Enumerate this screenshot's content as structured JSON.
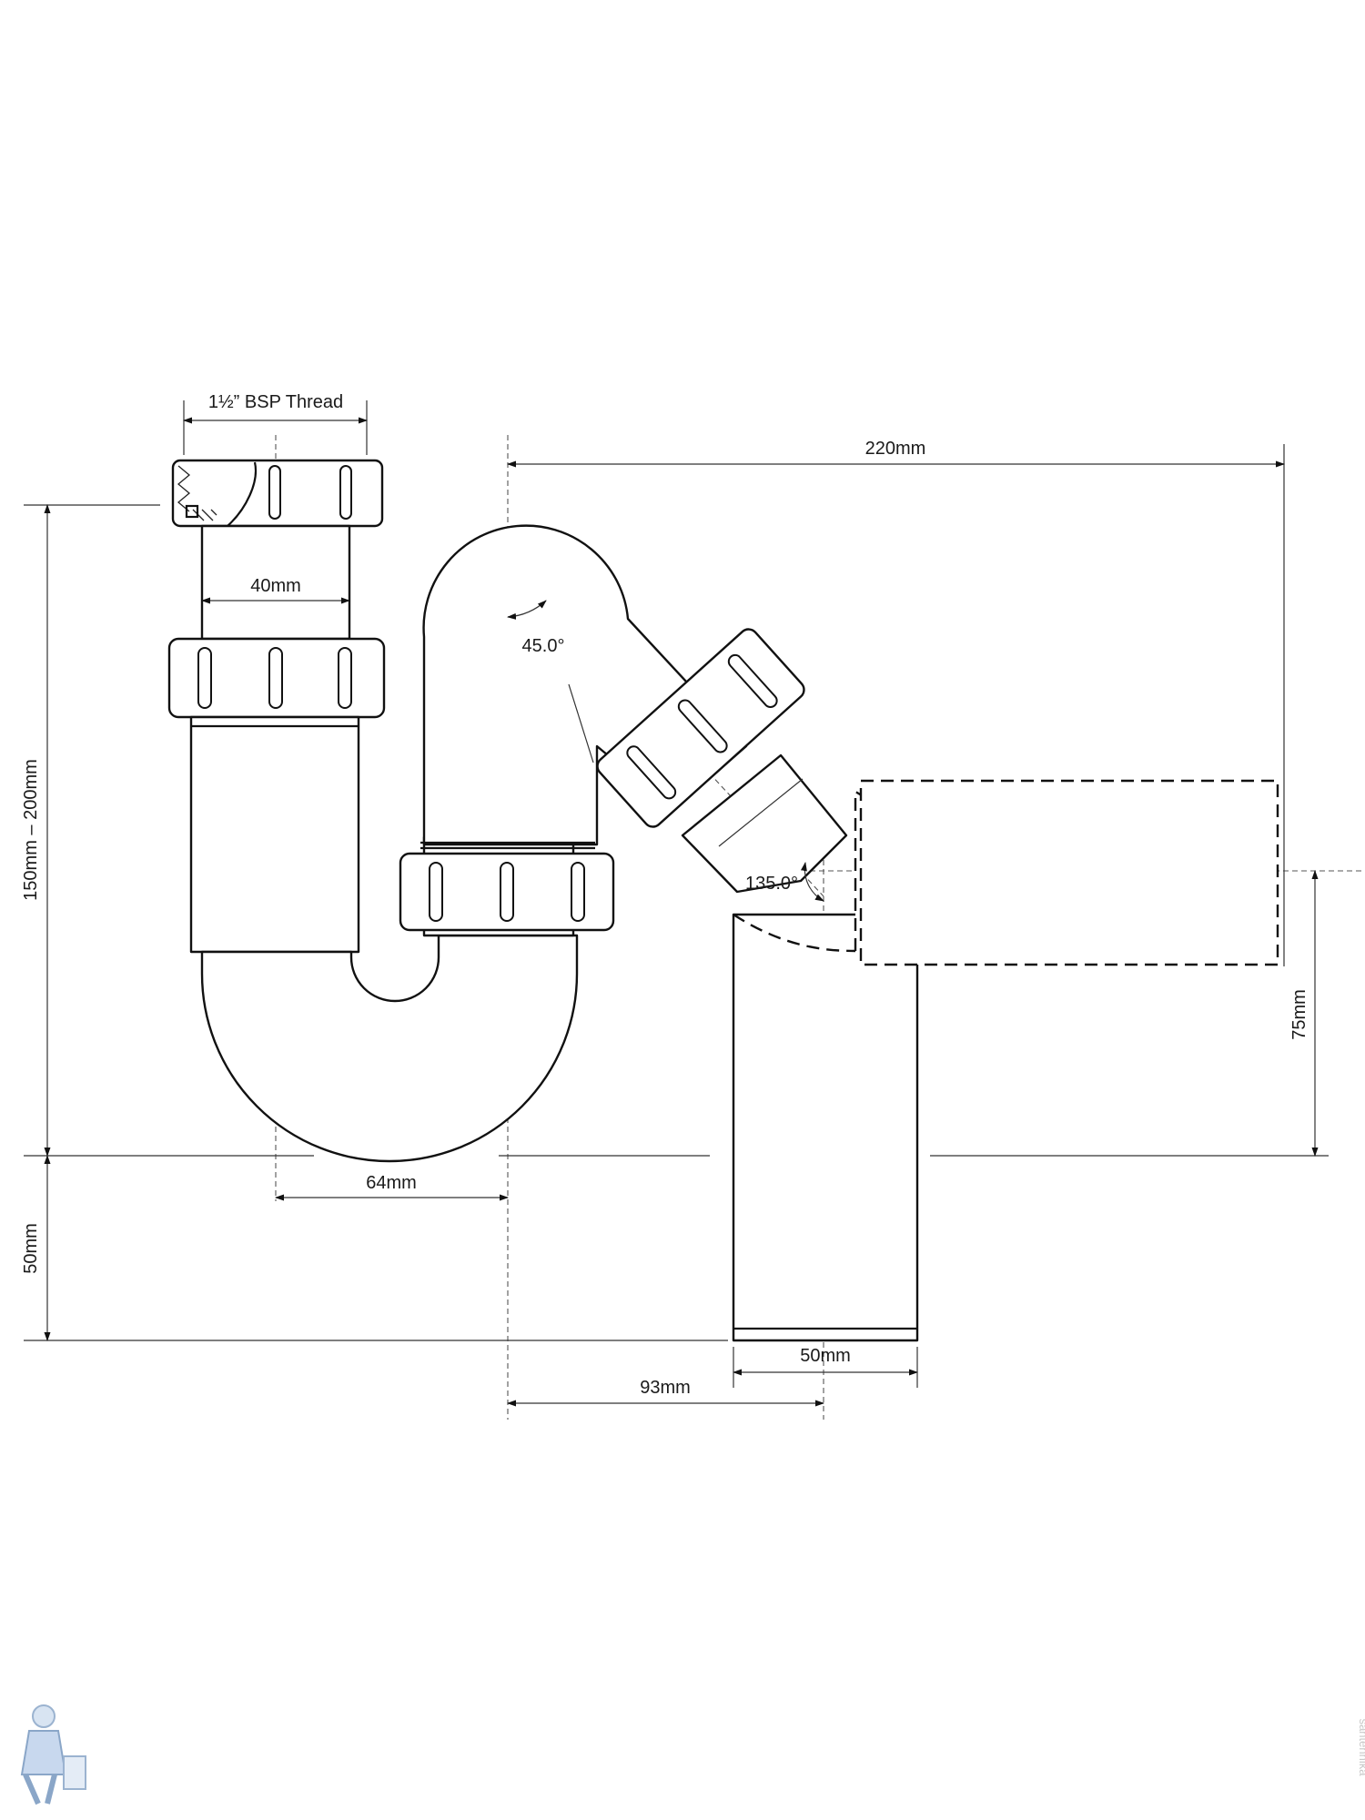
{
  "dimensions": {
    "thread": "1½” BSP Thread",
    "overall_length": "220mm",
    "inlet_diameter": "40mm",
    "angle_inner": "45.0°",
    "angle_outer": "135.0°",
    "height_range": "150mm – 200mm",
    "seal_depth": "75mm",
    "inlet_to_outlet": "64mm",
    "bottom_extension": "50mm",
    "outlet_diameter": "50mm",
    "outlet_offset": "93mm"
  },
  "watermark": "santehnika"
}
